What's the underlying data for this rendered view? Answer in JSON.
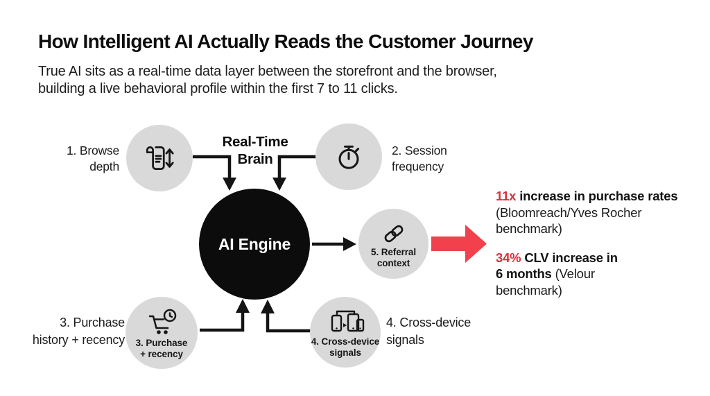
{
  "header": {
    "title": "How Intelligent AI Actually Reads the Customer Journey",
    "subtitle_line1": "True AI sits as a real-time data layer between the storefront and the browser,",
    "subtitle_line2": "building a live behavioral profile within the first 7 to 11 clicks."
  },
  "diagram": {
    "engine_label": "AI Engine",
    "brain_line1": "Real-Time",
    "brain_line2": "Brain",
    "node1": {
      "label_line1": "1. Browse",
      "label_line2": "depth",
      "icon": "scroll-depth-icon"
    },
    "node2": {
      "label_line1": "2. Session",
      "label_line2": "frequency",
      "icon": "stopwatch-icon"
    },
    "node3": {
      "label_line1": "3. Purchase",
      "label_line2": "history + recency",
      "inner_line1": "3. Purchase",
      "inner_line2": "+ recency",
      "icon": "cart-clock-icon"
    },
    "node4": {
      "label_line1": "4. Cross-device",
      "label_line2": "signals",
      "inner_line1": "4. Cross-device",
      "inner_line2": "signals",
      "icon": "devices-icon"
    },
    "node5": {
      "inner_line1": "5. Referral",
      "inner_line2": "context",
      "icon": "link-icon"
    }
  },
  "results": {
    "stat1": {
      "value": "11x",
      "headline": "increase in purchase rates",
      "source_line1": "(Bloomreach/Yves Rocher",
      "source_line2": "benchmark)"
    },
    "stat2": {
      "value": "34%",
      "headline_line1": "CLV increase in",
      "headline_line2": "6 months",
      "source_inline": "(Velour",
      "source_line2": "benchmark)"
    }
  },
  "colors": {
    "accent_red_text": "#d8303a",
    "accent_red_arrow": "#f2414d",
    "node_gray": "#d9d9d9",
    "engine_black": "#0c0c0c",
    "ink": "#141414"
  }
}
